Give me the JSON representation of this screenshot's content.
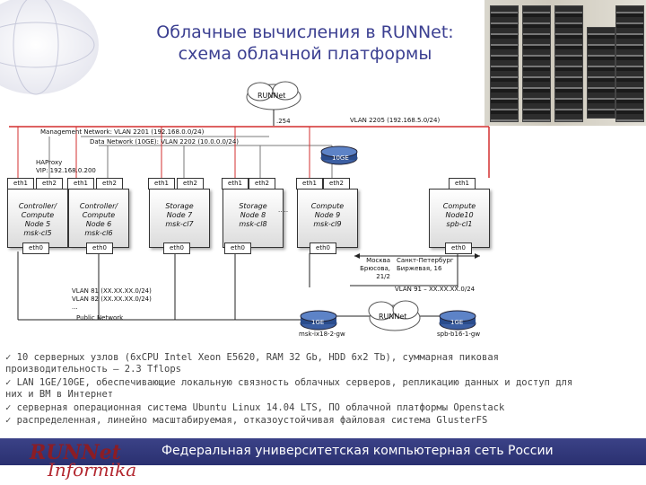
{
  "header": {
    "title_line1": "Облачные вычисления в RUNNet:",
    "title_line2": "схема облачной платформы"
  },
  "diagram": {
    "cloud_top": "RUNNet",
    "gw_addr": ".254",
    "mgmt_net": "Management Network: VLAN 2201 (192.168.0.0/24)",
    "vlan2205": "VLAN 2205 (192.168.5.0/24)",
    "data_net": "Data Network (10GE): VLAN 2202 (10.0.0.0/24)",
    "haproxy": "HAProxy",
    "vip": "VIP: 192.168.0.200",
    "switch_10ge": "10GE",
    "nodes": [
      {
        "label": "Controller/\nCompute\nNode 5\nmsk-cl5",
        "eth1": "eth1",
        "eth2": "eth2",
        "eth0": "eth0"
      },
      {
        "label": "Controller/\nCompute\nNode 6\nmsk-cl6",
        "eth1": "eth1",
        "eth2": "eth2",
        "eth0": "eth0"
      },
      {
        "label": "Storage\nNode 7\nmsk-cl7",
        "eth1": "eth1",
        "eth2": "eth2",
        "eth0": "eth0"
      },
      {
        "label": "Storage\nNode 8\nmsk-cl8",
        "eth1": "eth1",
        "eth2": "eth2",
        "eth0": "eth0"
      },
      {
        "label": "Compute\nNode 9\nmsk-cl9",
        "eth1": "eth1",
        "eth2": "eth2",
        "eth0": "eth0"
      },
      {
        "label": "Compute\nNode10\nspb-cl1",
        "eth1": "eth1",
        "eth0": "eth0"
      }
    ],
    "dots": ".....",
    "moscow": "Москва\nБрюсова, 21/2",
    "spb": "Санкт-Петербург\nБиржевая, 16",
    "vlan91": "VLAN 91 – XX.XX.XX.0/24",
    "vlan81": "VLAN 81 (XX.XX.XX.0/24)",
    "vlan82": "VLAN 82 (XX.XX.XX.0/24)",
    "vlan_more": "...",
    "public_net": "Public Network",
    "sw_msk": "1GE",
    "sw_msk_name": "msk-ix18-2-gw",
    "cloud_mid": "RUNNet",
    "sw_spb": "1GE",
    "sw_spb_name": "spb-b16-1-gw"
  },
  "bullets": [
    "✓ 10 серверных узлов (6xCPU Intel Xeon E5620, RAM 32 Gb, HDD 6x2 Tb), суммарная пиковая",
    "производительность – 2.3 Tflops",
    "✓ LAN 1GE/10GE, обеспечивающие локальную связность облачных серверов, репликацию данных и доступ для",
    "них и ВМ в Интернет",
    "✓ серверная операционная система Ubuntu Linux 14.04 LTS, ПО облачной платформы Openstack",
    "✓ распределенная, линейно масштабируемая, отказоустойчивая файловая система GlusterFS"
  ],
  "footer": {
    "logo_main": "RUNNet",
    "logo_sub": "Informika",
    "text": "Федеральная университетская компьютерная сеть России"
  },
  "colors": {
    "accent": "#3b3f91",
    "mgmt_line": "#d32f2f",
    "data_line": "#7a7a7a",
    "public_line": "#222222"
  }
}
